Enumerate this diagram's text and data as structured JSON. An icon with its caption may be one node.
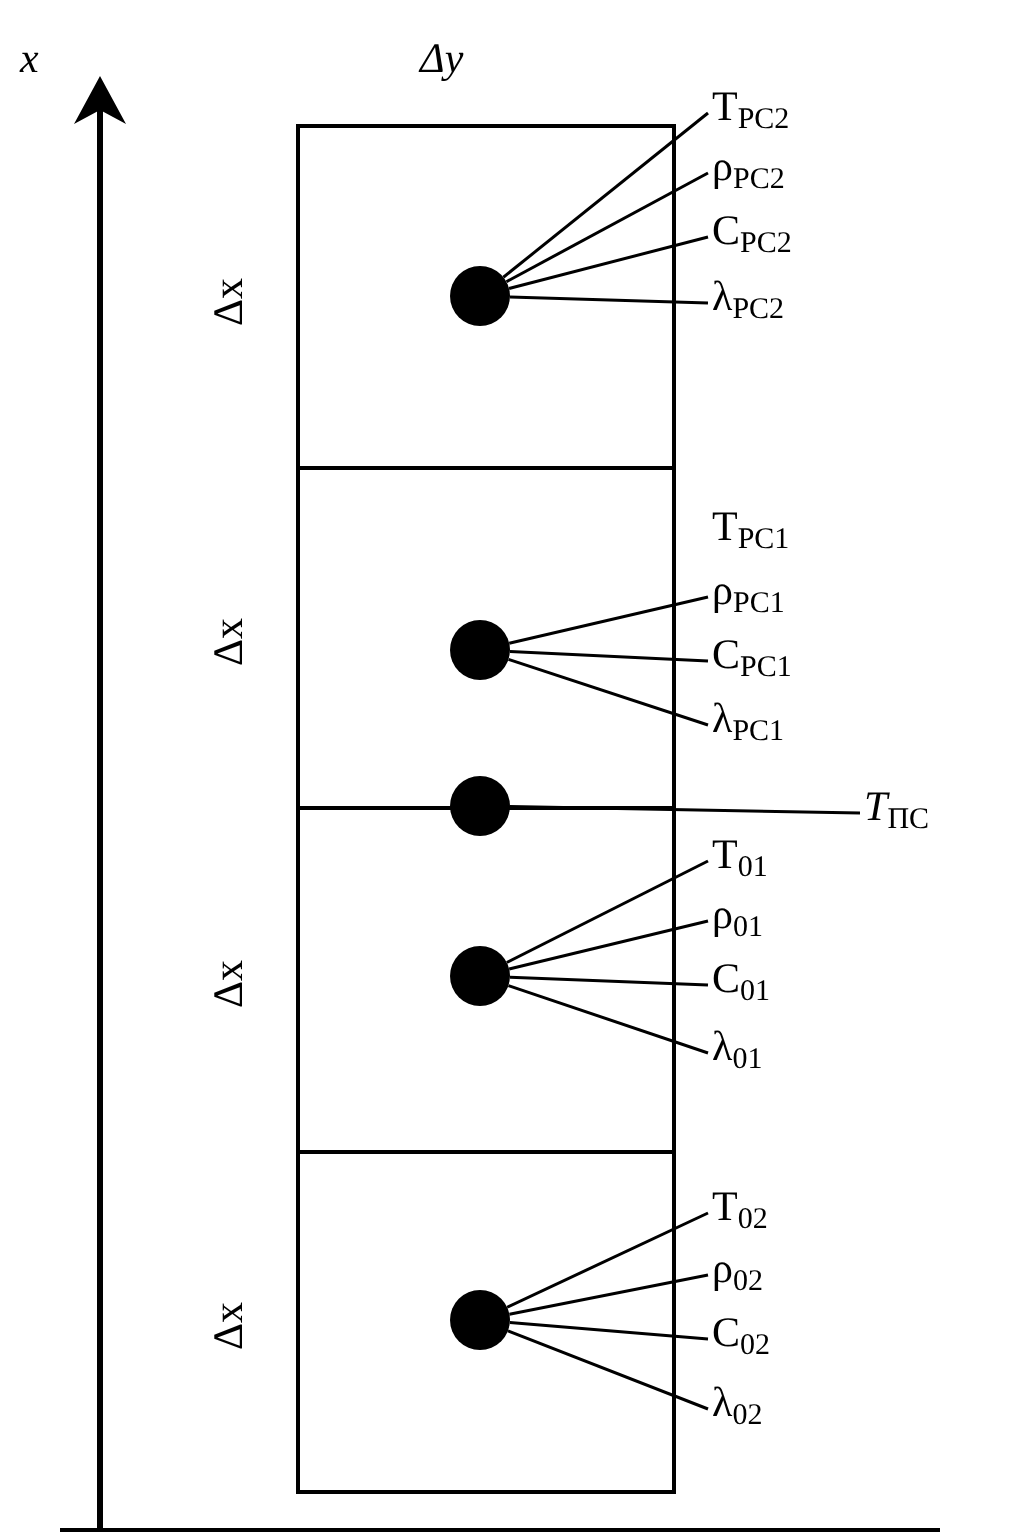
{
  "diagram": {
    "nodes": [
      {
        "text": [],
        "shape": "box",
        "beside": [
          "Δx"
        ]
      },
      {
        "text": [],
        "shape": "circle",
        "in": 0
      },
      {
        "text": [
          "T$_{PC2}$"
        ]
      },
      {
        "text": [
          "ρ$_{PC2}$"
        ]
      },
      {
        "text": [
          "C$_{PC2}$"
        ]
      },
      {
        "text": [
          "λ$_{PC2}$"
        ]
      },
      {
        "text": [],
        "shape": "box",
        "beside": [
          "Δx"
        ]
      },
      {
        "text": [],
        "shape": "circle",
        "in": 6
      },
      {
        "text": [
          "ρ$_{PC1}$"
        ]
      },
      {
        "text": [
          "C$_{PC1}$"
        ]
      },
      {
        "text": [
          "λ$_{PC1}$"
        ]
      },
      {
        "text": [],
        "shape": "circle"
      },
      {
        "text": [
          "*T*$_{ПС}$"
        ]
      },
      {
        "text": [],
        "shape": "box",
        "beside": [
          "Δx"
        ]
      },
      {
        "text": [],
        "shape": "circle",
        "in": 13
      },
      {
        "text": [
          "T$_{01}$"
        ]
      },
      {
        "text": [
          "ρ$_{01}$"
        ]
      },
      {
        "text": [
          "C$_{01}$"
        ]
      },
      {
        "text": [
          "λ$_{01}$"
        ]
      },
      {
        "text": [],
        "shape": "box",
        "beside": [
          "Δx"
        ]
      },
      {
        "text": [],
        "shape": "circle",
        "in": 19
      },
      {
        "text": [
          "T$_{02}$"
        ]
      },
      {
        "text": [
          "ρ$_{02}$"
        ]
      },
      {
        "text": [
          "C$_{02}$"
        ]
      },
      {
        "text": [
          "λ$_{02}$"
        ]
      }
    ],
    "edges": [
      {
        "from": 2,
        "to": 1,
        "arrow": "none"
      },
      {
        "from": 3,
        "to": 1,
        "arrow": "none"
      },
      {
        "from": 4,
        "to": 1,
        "arrow": "none"
      },
      {
        "from": 5,
        "to": 1,
        "arrow": "none"
      },
      {
        "from": 8,
        "to": 7,
        "arrow": "none"
      },
      {
        "from": 9,
        "to": 7,
        "arrow": "none"
      },
      {
        "from": 10,
        "to": 7,
        "arrow": "none"
      },
      {
        "from": 12,
        "to": 11,
        "arrow": "none"
      },
      {
        "from": 15,
        "to": 14,
        "arrow": "none"
      },
      {
        "from": 16,
        "to": 14,
        "arrow": "none"
      },
      {
        "from": 17,
        "to": 14,
        "arrow": "none"
      },
      {
        "from": 18,
        "to": 14,
        "arrow": "none"
      },
      {
        "from": 21,
        "to": 20,
        "arrow": "none"
      },
      {
        "from": 22,
        "to": 20,
        "arrow": "none"
      },
      {
        "from": 23,
        "to": 20,
        "arrow": "none"
      },
      {
        "from": 24,
        "to": 20,
        "arrow": "none"
      }
    ],
    "labels": [
      "x",
      "Δy",
      "T$_{PC1}$"
    ]
  }
}
